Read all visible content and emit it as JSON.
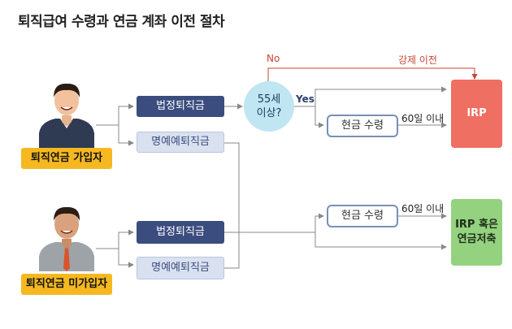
{
  "title": "퇴직급여 수령과 연금 계좌 이전 절차",
  "groups": {
    "subscriber": "퇴직연금 가입자",
    "non_subscriber": "퇴직연금 미가입자"
  },
  "boxes": {
    "statutory_1": "법정퇴직금",
    "honorary_1": "명예예퇴직금",
    "statutory_2": "법정퇴직금",
    "honorary_2": "명예예퇴직금",
    "cash_1": "현금 수령",
    "cash_2": "현금 수령",
    "irp": "IRP",
    "irp_or_pension_line1": "IRP 혹은",
    "irp_or_pension_line2": "연금저축"
  },
  "decision": {
    "line1": "55세",
    "line2": "이상?"
  },
  "labels": {
    "no": "No",
    "yes": "Yes",
    "forced_transfer": "강제 이전",
    "within_60_days_1": "60일 이내",
    "within_60_days_2": "60일 이내"
  },
  "colors": {
    "navy": "#3b4d7e",
    "light_blue": "#d9e1f0",
    "irp_red": "#ef6f62",
    "green": "#94d27f",
    "yellow": "#f5b820",
    "decision_circle": "#bfe6f2"
  }
}
